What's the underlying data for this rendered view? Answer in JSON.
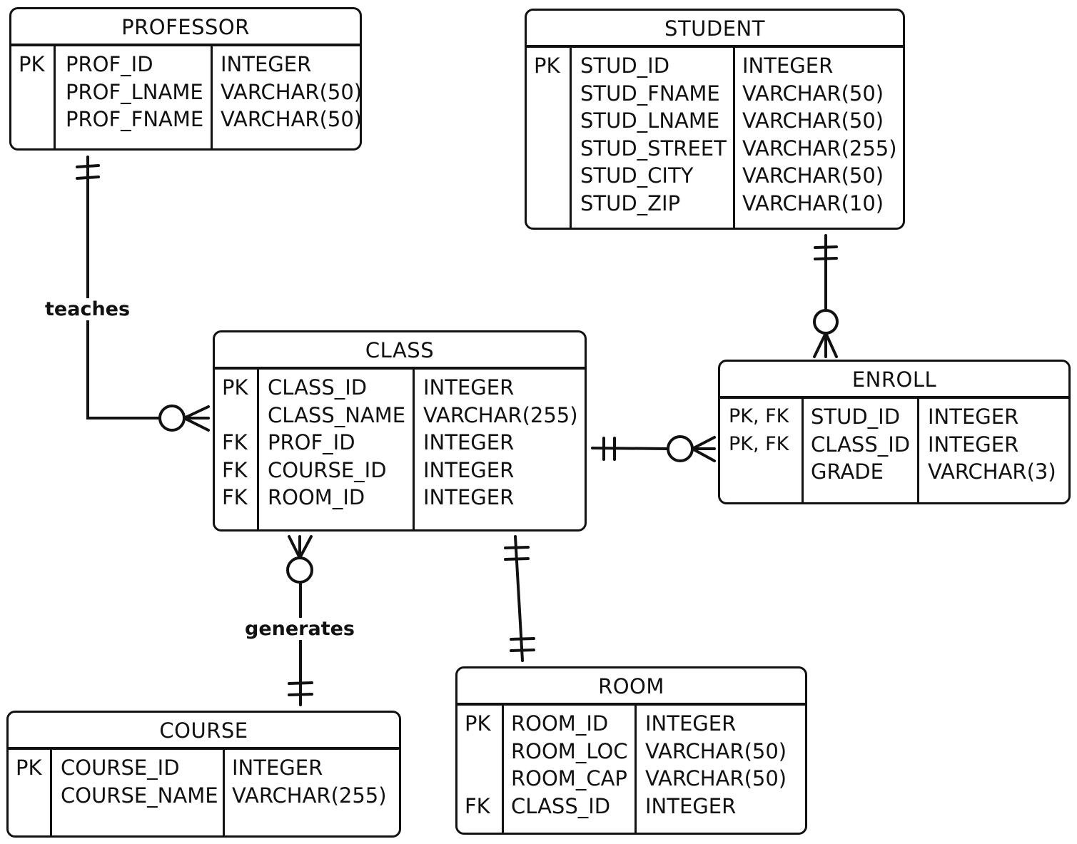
{
  "entities": {
    "professor": {
      "title": "PROFESSOR",
      "rows": [
        {
          "key": "PK",
          "field": "PROF_ID",
          "type": "INTEGER"
        },
        {
          "key": "",
          "field": "PROF_LNAME",
          "type": "VARCHAR(50)"
        },
        {
          "key": "",
          "field": "PROF_FNAME",
          "type": "VARCHAR(50)"
        }
      ]
    },
    "student": {
      "title": "STUDENT",
      "rows": [
        {
          "key": "PK",
          "field": "STUD_ID",
          "type": "INTEGER"
        },
        {
          "key": "",
          "field": "STUD_FNAME",
          "type": "VARCHAR(50)"
        },
        {
          "key": "",
          "field": "STUD_LNAME",
          "type": "VARCHAR(50)"
        },
        {
          "key": "",
          "field": "STUD_STREET",
          "type": "VARCHAR(255)"
        },
        {
          "key": "",
          "field": "STUD_CITY",
          "type": "VARCHAR(50)"
        },
        {
          "key": "",
          "field": "STUD_ZIP",
          "type": "VARCHAR(10)"
        }
      ]
    },
    "class": {
      "title": "CLASS",
      "rows": [
        {
          "key": "PK",
          "field": "CLASS_ID",
          "type": "INTEGER"
        },
        {
          "key": "",
          "field": "CLASS_NAME",
          "type": "VARCHAR(255)"
        },
        {
          "key": "FK",
          "field": "PROF_ID",
          "type": "INTEGER"
        },
        {
          "key": "FK",
          "field": "COURSE_ID",
          "type": "INTEGER"
        },
        {
          "key": "FK",
          "field": "ROOM_ID",
          "type": "INTEGER"
        }
      ]
    },
    "enroll": {
      "title": "ENROLL",
      "rows": [
        {
          "key": "PK, FK",
          "field": "STUD_ID",
          "type": "INTEGER"
        },
        {
          "key": "PK, FK",
          "field": "CLASS_ID",
          "type": "INTEGER"
        },
        {
          "key": "",
          "field": "GRADE",
          "type": "VARCHAR(3)"
        }
      ]
    },
    "course": {
      "title": "COURSE",
      "rows": [
        {
          "key": "PK",
          "field": "COURSE_ID",
          "type": "INTEGER"
        },
        {
          "key": "",
          "field": "COURSE_NAME",
          "type": "VARCHAR(255)"
        }
      ]
    },
    "room": {
      "title": "ROOM",
      "rows": [
        {
          "key": "PK",
          "field": "ROOM_ID",
          "type": "INTEGER"
        },
        {
          "key": "",
          "field": "ROOM_LOC",
          "type": "VARCHAR(50)"
        },
        {
          "key": "",
          "field": "ROOM_CAP",
          "type": "VARCHAR(50)"
        },
        {
          "key": "FK",
          "field": "CLASS_ID",
          "type": "INTEGER"
        }
      ]
    }
  },
  "relationships": {
    "teaches": {
      "label": "teaches",
      "from": "PROFESSOR",
      "to": "CLASS",
      "from_cardinality": "exactly-one",
      "to_cardinality": "zero-or-many"
    },
    "generates": {
      "label": "generates",
      "from": "COURSE",
      "to": "CLASS",
      "from_cardinality": "exactly-one",
      "to_cardinality": "zero-or-many"
    },
    "student_enroll": {
      "label": "",
      "from": "STUDENT",
      "to": "ENROLL",
      "from_cardinality": "exactly-one",
      "to_cardinality": "zero-or-many"
    },
    "class_enroll": {
      "label": "",
      "from": "CLASS",
      "to": "ENROLL",
      "from_cardinality": "exactly-one",
      "to_cardinality": "zero-or-many"
    },
    "class_room": {
      "label": "",
      "from": "CLASS",
      "to": "ROOM",
      "from_cardinality": "exactly-one",
      "to_cardinality": "exactly-one"
    }
  },
  "colors": {
    "line": "#111111",
    "background": "#ffffff"
  }
}
